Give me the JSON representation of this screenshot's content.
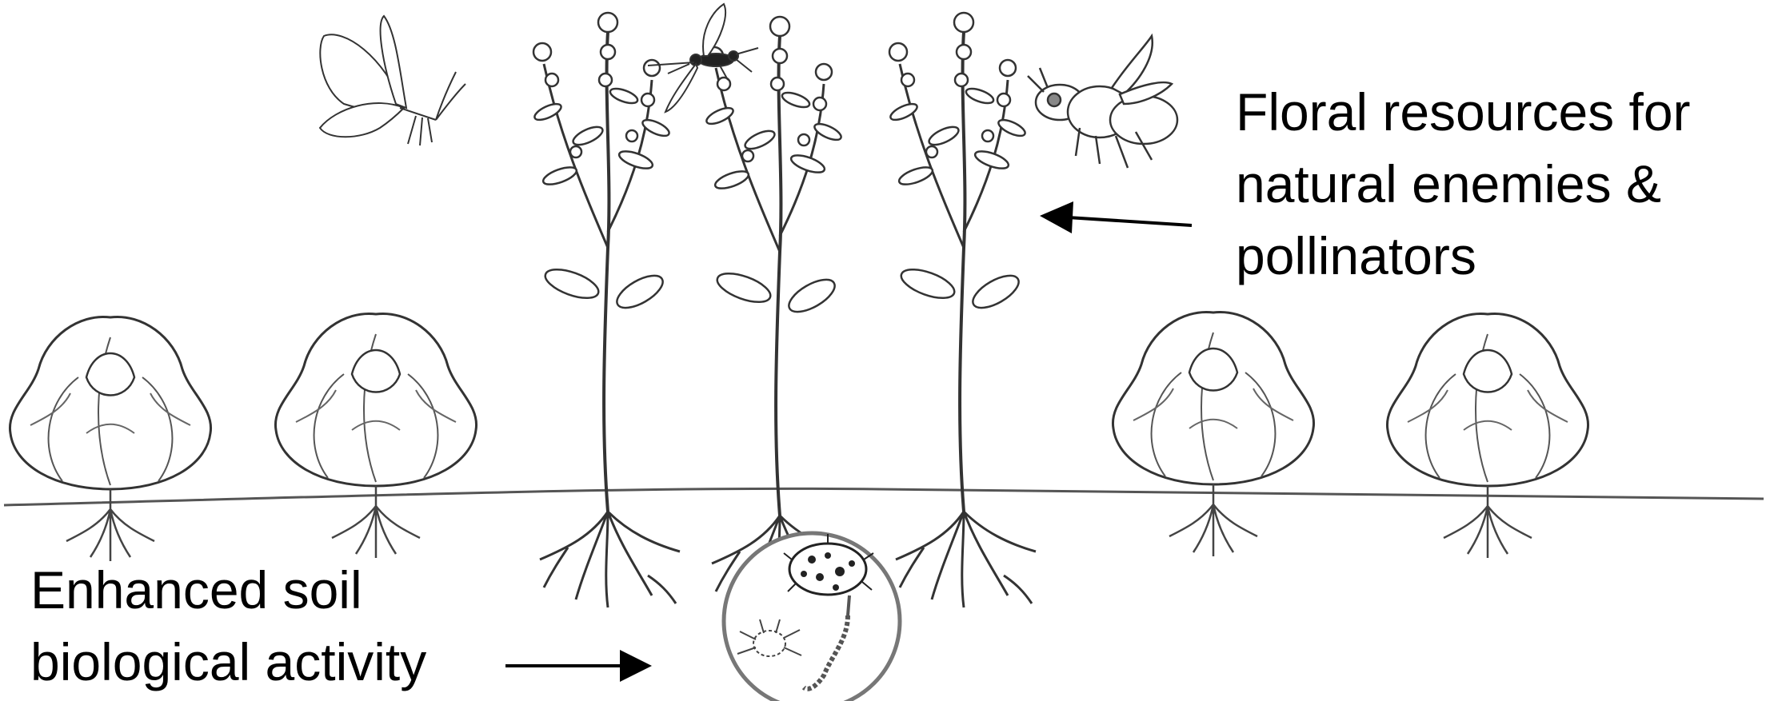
{
  "labels": {
    "floral": [
      "Floral resources for",
      "natural enemies &",
      "pollinators"
    ],
    "soil": [
      "Enhanced soil",
      "biological activity"
    ]
  },
  "icons": {
    "insects": [
      "butterfly-icon",
      "parasitoid-wasp-icon",
      "bee-icon"
    ],
    "plants": [
      "lettuce-icon",
      "flowering-herb-icon"
    ],
    "soil_life": [
      "bacterium-icon",
      "mite-icon",
      "fungal-hypha-icon"
    ]
  },
  "colors": {
    "ink": "#000000",
    "line": "#444444",
    "magnifier": "#777777"
  }
}
